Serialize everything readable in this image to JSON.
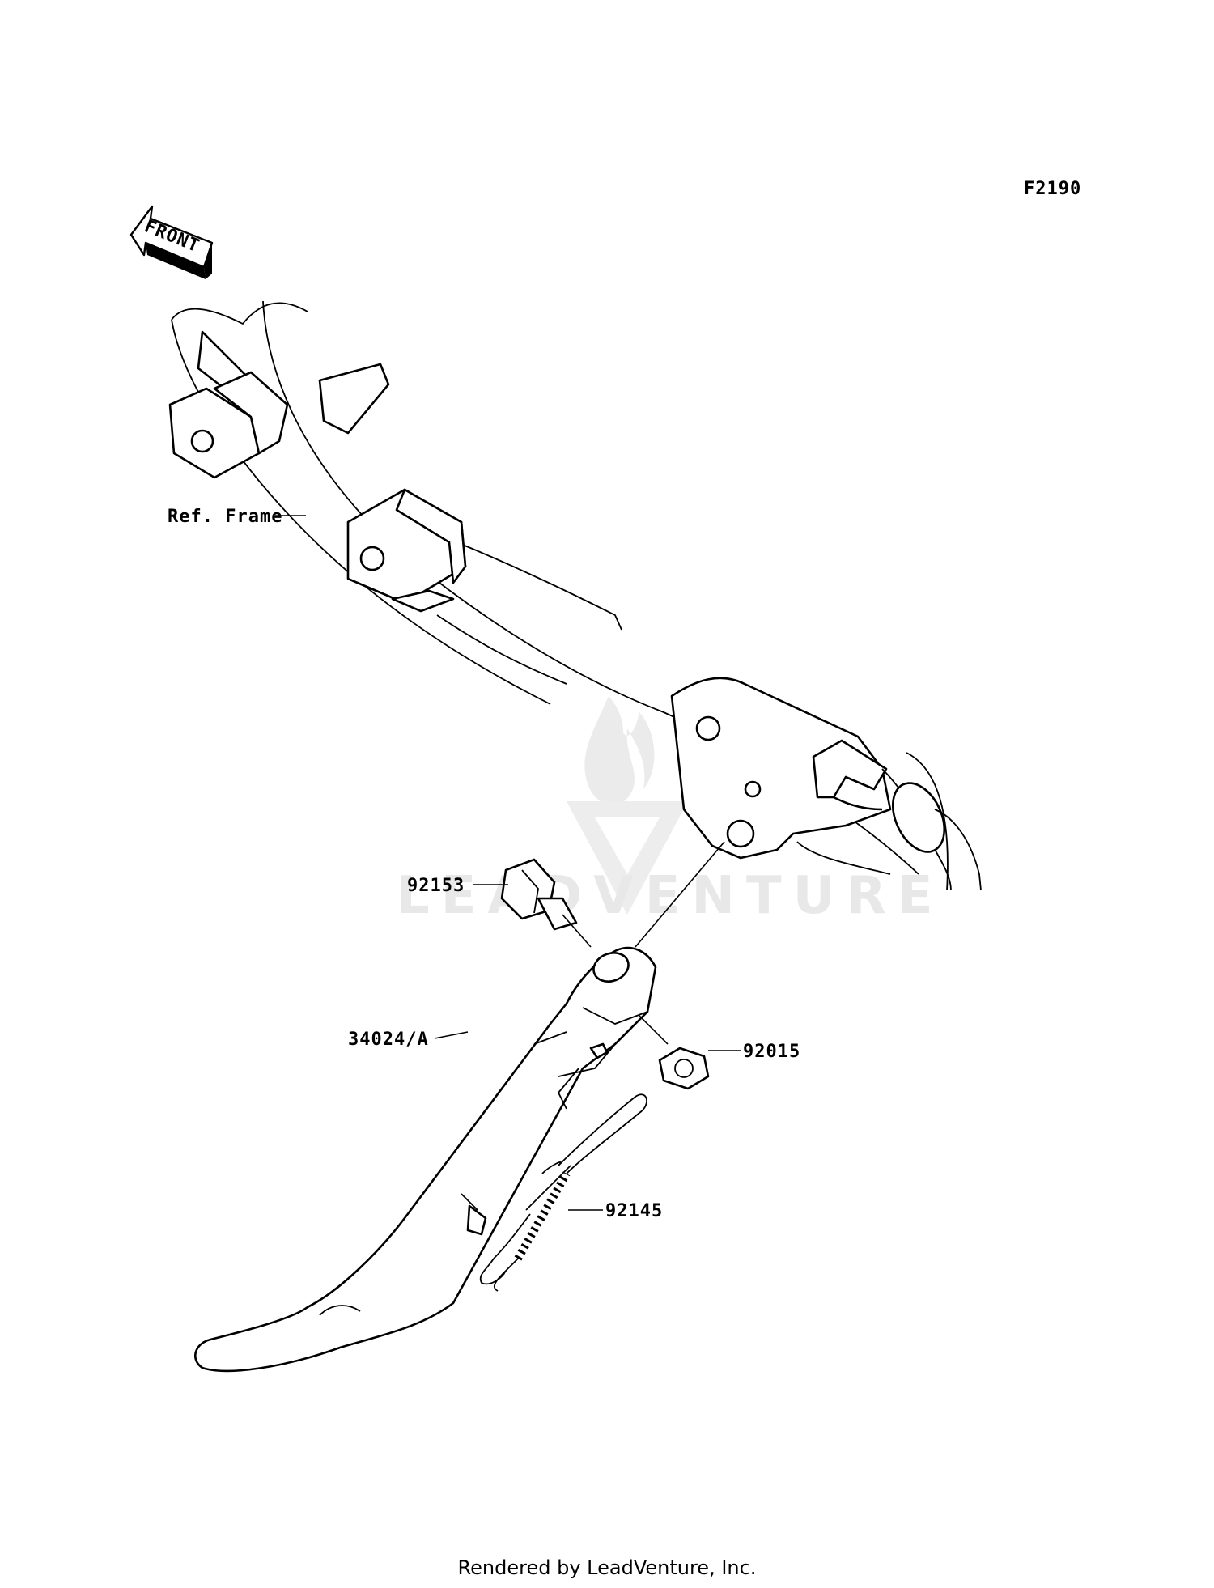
{
  "diagram_id": "F2190",
  "direction_label": "FRONT",
  "watermark": "LEADVENTURE",
  "callouts": [
    {
      "id": "ref-frame",
      "text": "Ref. Frame"
    },
    {
      "id": "92153",
      "text": "92153"
    },
    {
      "id": "92015",
      "text": "92015"
    },
    {
      "id": "34024A",
      "text": "34024/A"
    },
    {
      "id": "92145",
      "text": "92145"
    }
  ],
  "footer": "Rendered by LeadVenture, Inc."
}
